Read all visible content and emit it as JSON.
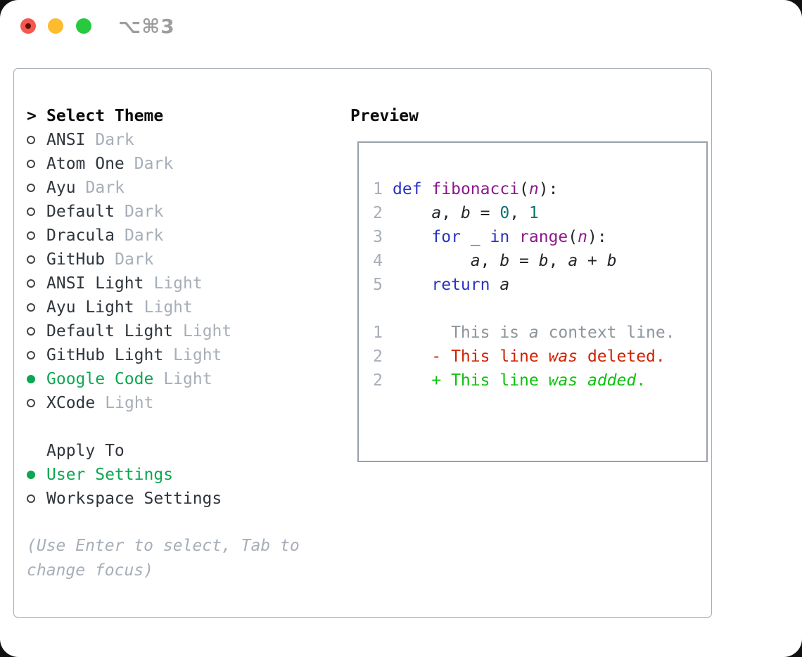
{
  "window": {
    "title": "⌥⌘3",
    "traffic_lights": [
      "close",
      "minimize",
      "zoom"
    ]
  },
  "theme_picker": {
    "prompt": ">",
    "heading": "Select Theme",
    "items": [
      {
        "name": "ANSI",
        "variant": "Dark",
        "selected": false
      },
      {
        "name": "Atom One",
        "variant": "Dark",
        "selected": false
      },
      {
        "name": "Ayu",
        "variant": "Dark",
        "selected": false
      },
      {
        "name": "Default",
        "variant": "Dark",
        "selected": false
      },
      {
        "name": "Dracula",
        "variant": "Dark",
        "selected": false
      },
      {
        "name": "GitHub",
        "variant": "Dark",
        "selected": false
      },
      {
        "name": "ANSI Light",
        "variant": "Light",
        "selected": false
      },
      {
        "name": "Ayu Light",
        "variant": "Light",
        "selected": false
      },
      {
        "name": "Default Light",
        "variant": "Light",
        "selected": false
      },
      {
        "name": "GitHub Light",
        "variant": "Light",
        "selected": false
      },
      {
        "name": "Google Code",
        "variant": "Light",
        "selected": true
      },
      {
        "name": "XCode",
        "variant": "Light",
        "selected": false
      }
    ]
  },
  "apply_to": {
    "heading": "Apply To",
    "options": [
      {
        "label": "User Settings",
        "selected": true
      },
      {
        "label": "Workspace Settings",
        "selected": false
      }
    ]
  },
  "hint": {
    "text": "(Use Enter to select, Tab to change focus)"
  },
  "preview": {
    "heading": "Preview",
    "code_lines": [
      {
        "number": "1",
        "tokens": [
          {
            "t": "def",
            "c": "kw"
          },
          {
            "t": " "
          },
          {
            "t": "fibonacci",
            "c": "fn"
          },
          {
            "t": "("
          },
          {
            "t": "n",
            "c": "pr"
          },
          {
            "t": "):"
          }
        ]
      },
      {
        "number": "2",
        "tokens": [
          {
            "t": "    "
          },
          {
            "t": "a",
            "c": "var"
          },
          {
            "t": ", "
          },
          {
            "t": "b",
            "c": "var"
          },
          {
            "t": " = "
          },
          {
            "t": "0",
            "c": "num"
          },
          {
            "t": ", "
          },
          {
            "t": "1",
            "c": "num"
          }
        ]
      },
      {
        "number": "3",
        "tokens": [
          {
            "t": "    "
          },
          {
            "t": "for",
            "c": "kw"
          },
          {
            "t": " _ "
          },
          {
            "t": "in",
            "c": "kw"
          },
          {
            "t": " "
          },
          {
            "t": "range",
            "c": "fn"
          },
          {
            "t": "("
          },
          {
            "t": "n",
            "c": "pr"
          },
          {
            "t": "):"
          }
        ]
      },
      {
        "number": "4",
        "tokens": [
          {
            "t": "        "
          },
          {
            "t": "a",
            "c": "var"
          },
          {
            "t": ", "
          },
          {
            "t": "b",
            "c": "var"
          },
          {
            "t": " = "
          },
          {
            "t": "b",
            "c": "var"
          },
          {
            "t": ", "
          },
          {
            "t": "a",
            "c": "var"
          },
          {
            "t": " + "
          },
          {
            "t": "b",
            "c": "var"
          }
        ]
      },
      {
        "number": "5",
        "tokens": [
          {
            "t": "    "
          },
          {
            "t": "return",
            "c": "kw"
          },
          {
            "t": " "
          },
          {
            "t": "a",
            "c": "var"
          }
        ]
      }
    ],
    "diff_lines": [
      {
        "number": "1",
        "kind": "context",
        "tokens": [
          {
            "t": "      This is "
          },
          {
            "t": "a",
            "i": true
          },
          {
            "t": " context line."
          }
        ]
      },
      {
        "number": "2",
        "kind": "deleted",
        "tokens": [
          {
            "t": "    - This line "
          },
          {
            "t": "was",
            "i": true
          },
          {
            "t": " deleted."
          }
        ]
      },
      {
        "number": "2",
        "kind": "added",
        "tokens": [
          {
            "t": "    + This line "
          },
          {
            "t": "was",
            "i": true
          },
          {
            "t": " "
          },
          {
            "t": "added",
            "i": true
          },
          {
            "t": "."
          }
        ]
      }
    ]
  },
  "colors": {
    "selection_green": "#0ca750",
    "diff_added_green": "#0bc20b",
    "diff_deleted_red": "#cf2200",
    "context_gray": "#8d949c",
    "keyword_blue": "#2832c4",
    "function_purple": "#8c188c",
    "number_teal": "#0d7470",
    "muted_gray": "#a6aeb8",
    "text_dark": "#2f353b",
    "traffic_red": "#f4574d",
    "traffic_yellow": "#fdbc2e",
    "traffic_green": "#27c93f"
  }
}
